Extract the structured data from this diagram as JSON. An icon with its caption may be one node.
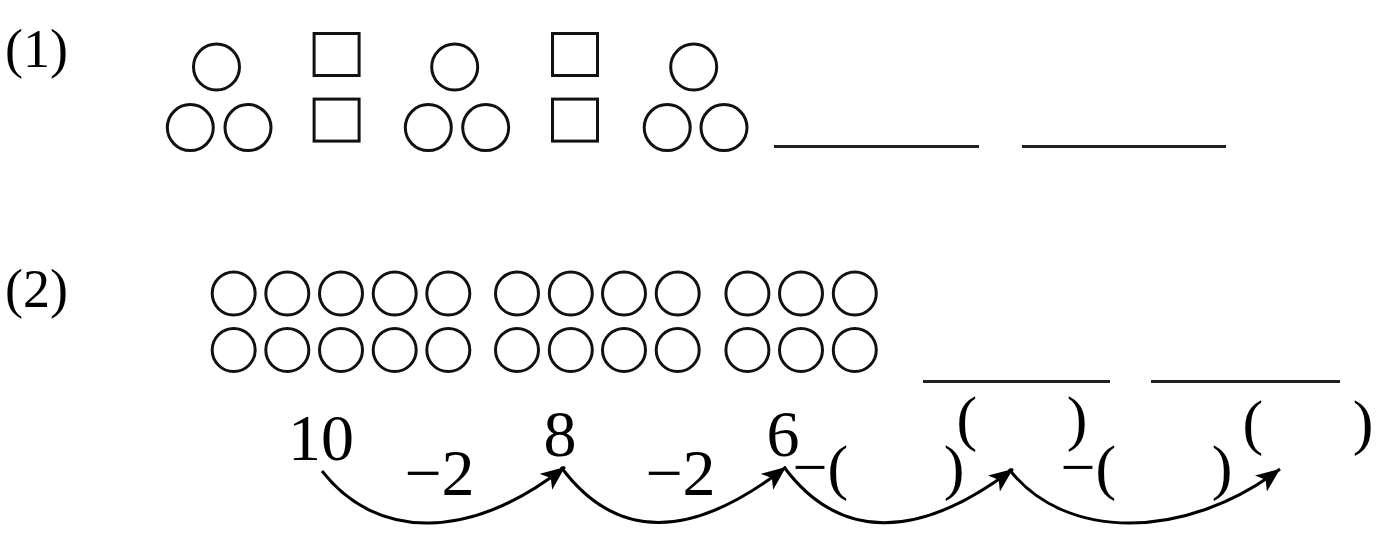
{
  "diagram": {
    "nodes": [
      {
        "text": [
          "10"
        ]
      },
      {
        "text": [
          "8"
        ]
      },
      {
        "text": [
          "6"
        ]
      },
      {
        "text": [
          "( )"
        ]
      },
      {
        "text": [
          "( )"
        ]
      }
    ],
    "edges": [
      {
        "from": 0,
        "to": 1,
        "arrow": "to",
        "label": "−2"
      },
      {
        "from": 1,
        "to": 2,
        "arrow": "to",
        "label": "−2"
      },
      {
        "from": 2,
        "to": 3,
        "arrow": "to",
        "label": "−( )"
      },
      {
        "from": 3,
        "to": 4,
        "arrow": "to",
        "label": "−( )"
      }
    ],
    "labels": [
      "(1)",
      "(2)"
    ]
  }
}
